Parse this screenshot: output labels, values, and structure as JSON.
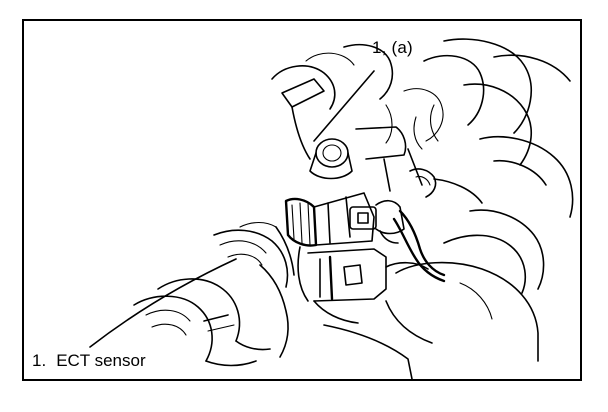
{
  "diagram": {
    "callout_label": "1, (a)",
    "caption": {
      "number": "1.",
      "text": "ECT sensor"
    }
  }
}
